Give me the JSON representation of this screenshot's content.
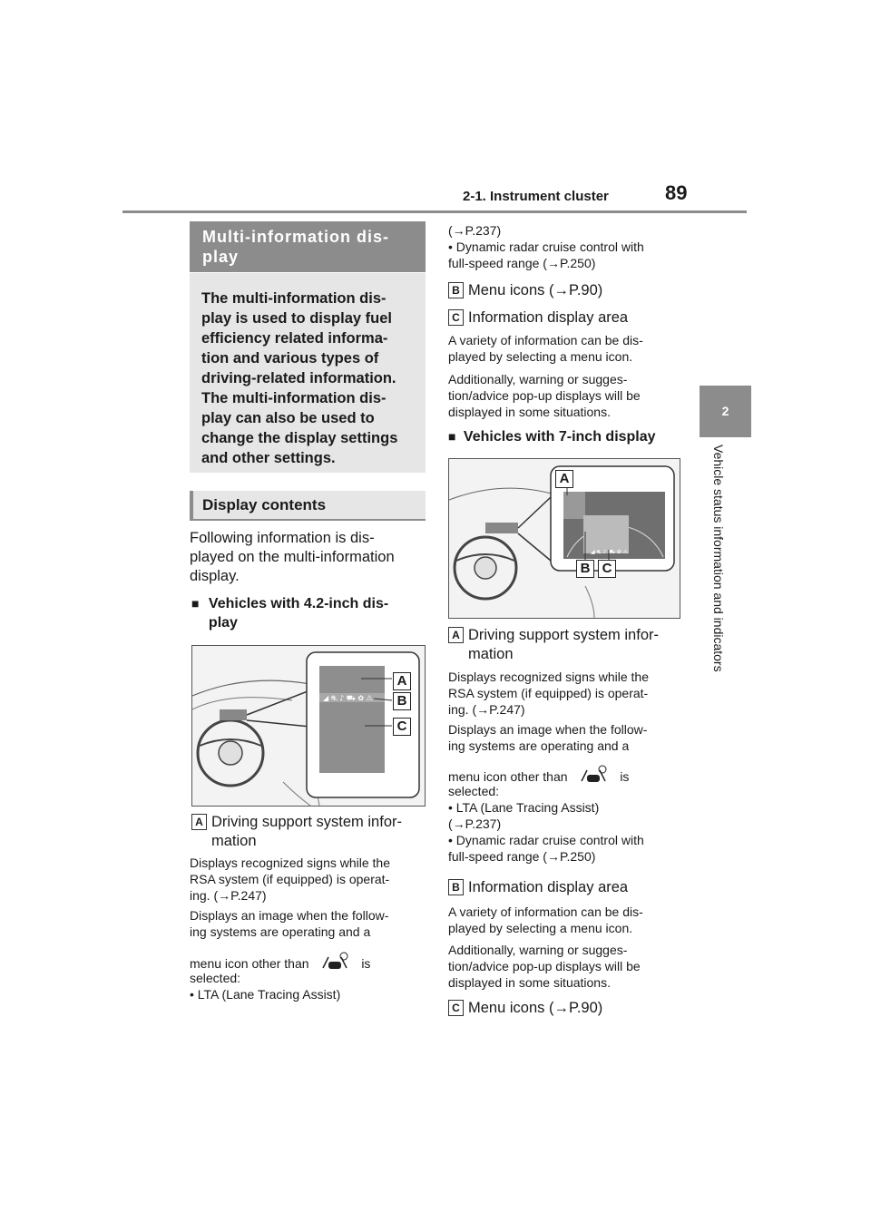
{
  "header": {
    "section": "2-1. Instrument cluster",
    "page_number": "89"
  },
  "side_tab": {
    "number": "2",
    "chapter": "Vehicle status information and indicators"
  },
  "left": {
    "mid_heading": "Multi-information dis-\nplay",
    "intro": "The multi-information dis-\nplay is used to display fuel\nefficiency related informa-\ntion and various types of\ndriving-related information.\nThe multi-information dis-\nplay can also be used to\nchange the display settings\nand other settings.",
    "display_contents_heading": "Display contents",
    "following": "Following information is dis-\nplayed on the multi-information\ndisplay.",
    "sub_42": "Vehicles with 4.2-inch dis-\nplay",
    "fig_labels": [
      "A",
      "B",
      "C"
    ],
    "a_badge": "A",
    "a_title": "Driving support system infor-\nmation",
    "a_text1": "Displays recognized signs while the\nRSA system (if equipped) is operat-\ning. (→P.247)",
    "a_text2": "Displays an image when the follow-\ning systems are operating and a",
    "a_text3_pre": "menu icon other than",
    "a_text3_post": "is",
    "a_text4": "selected:\n• LTA (Lane Tracing Assist)"
  },
  "right": {
    "cont1": "  (→P.237)\n• Dynamic radar cruise control with\n  full-speed range (→P.250)",
    "b_badge": "B",
    "b_title": "Menu icons (→P.90)",
    "c_badge": "C",
    "c_title": "Information display area",
    "c_text1": "A variety of information can be dis-\nplayed by selecting a menu icon.",
    "c_text2": "Additionally, warning or sugges-\ntion/advice pop-up displays will be\ndisplayed in some situations.",
    "sub_7": "Vehicles with 7-inch display",
    "fig_labels": [
      "A",
      "B",
      "C"
    ],
    "a_badge": "A",
    "a_title": "Driving support system infor-\nmation",
    "a_text1": "Displays recognized signs while the\nRSA system (if equipped) is operat-\ning. (→P.247)",
    "a_text2": "Displays an image when the follow-\ning systems are operating and a",
    "a_text3_pre": "menu icon other than",
    "a_text3_post": "is",
    "a_text4": "selected:\n• LTA (Lane Tracing Assist)\n  (→P.237)\n• Dynamic radar cruise control with\n  full-speed range (→P.250)",
    "b2_badge": "B",
    "b2_title": "Information display area",
    "b2_text1": "A variety of information can be dis-\nplayed by selecting a menu icon.",
    "b2_text2": "Additionally, warning or sugges-\ntion/advice pop-up displays will be\ndisplayed in some situations.",
    "c2_badge": "C",
    "c2_title": "Menu icons (→P.90)"
  }
}
